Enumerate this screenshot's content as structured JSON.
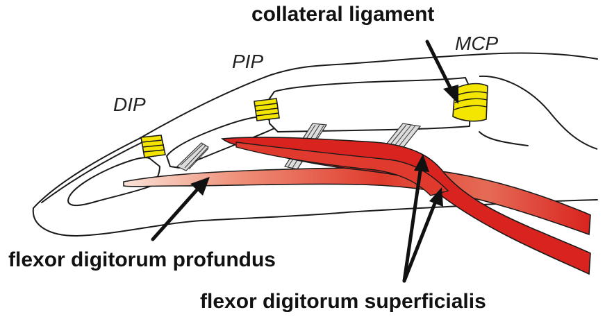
{
  "labels": {
    "collateral_ligament": "collateral ligament",
    "mcp": "MCP",
    "pip": "PIP",
    "dip": "DIP",
    "fdp": "flexor digitorum profundus",
    "fds": "flexor digitorum superficialis"
  },
  "colors": {
    "tendon_red": "#d9231f",
    "tendon_red_light": "#f6c2b0",
    "ligament_yellow": "#f4e600",
    "outline": "#1a1a1a",
    "vincula_gray": "#dcdcdc"
  }
}
